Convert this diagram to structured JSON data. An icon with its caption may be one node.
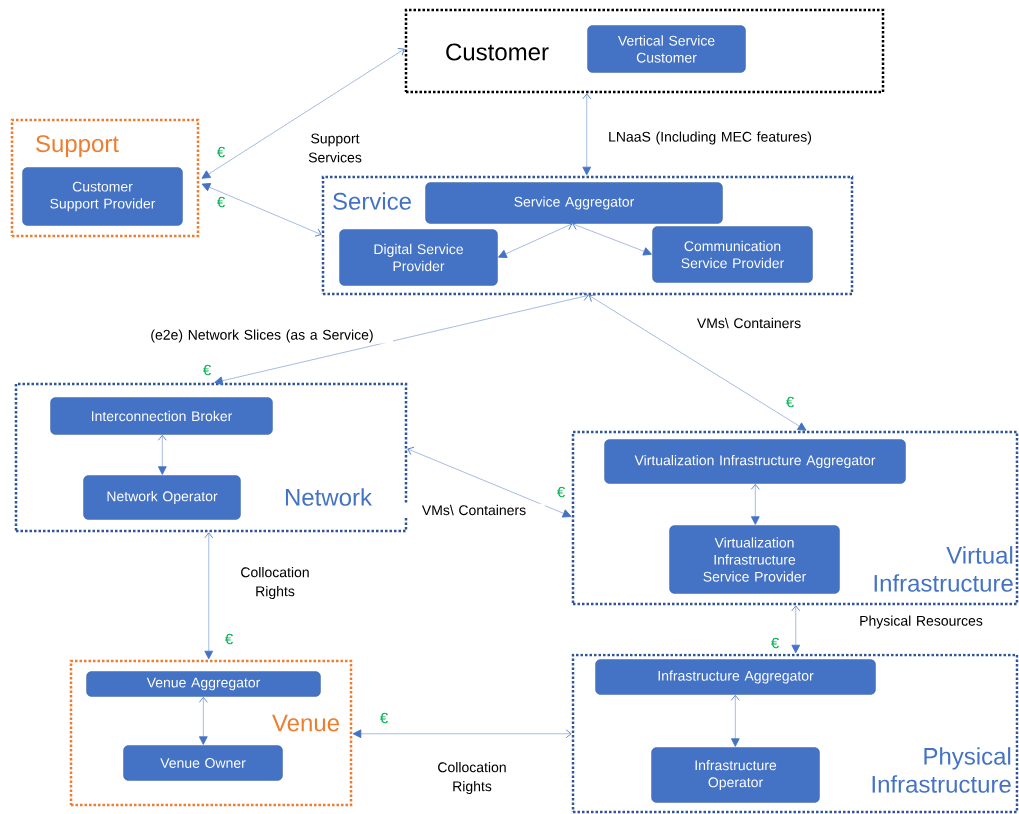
{
  "diagram": {
    "nodes": [
      {
        "text": [
          "Customer"
        ]
      },
      {
        "text": [
          "Vertical Service Customer"
        ],
        "in": 0
      },
      {
        "text": [
          "Support"
        ]
      },
      {
        "text": [
          "Customer Support Provider"
        ],
        "in": 2
      },
      {
        "text": [
          "Service"
        ]
      },
      {
        "text": [
          "Service Aggregator"
        ],
        "in": 4
      },
      {
        "text": [
          "Digital Service Provider"
        ],
        "in": 4
      },
      {
        "text": [
          "Communication Service Provider"
        ],
        "in": 4
      },
      {
        "text": [
          "Network"
        ]
      },
      {
        "text": [
          "Interconnection Broker"
        ],
        "in": 8
      },
      {
        "text": [
          "Network Operator"
        ],
        "in": 8
      },
      {
        "text": [
          "Virtual Infrastructure"
        ]
      },
      {
        "text": [
          "Virtualization Infrastructure Aggregator"
        ],
        "in": 11
      },
      {
        "text": [
          "Virtualization Infrastructure Service Provider"
        ],
        "in": 11
      },
      {
        "text": [
          "Venue"
        ]
      },
      {
        "text": [
          "Venue Aggregator"
        ],
        "in": 14
      },
      {
        "text": [
          "Venue Owner"
        ],
        "in": 14
      },
      {
        "text": [
          "Physical Infrastructure"
        ]
      },
      {
        "text": [
          "Infrastructure Aggregator"
        ],
        "in": 17
      },
      {
        "text": [
          "Infrastructure Operator"
        ],
        "in": 17
      }
    ],
    "edges": [
      {
        "from": 0,
        "to": 2,
        "arrow": "both",
        "label": "Support Services"
      },
      {
        "from": 4,
        "to": 2,
        "arrow": "both"
      },
      {
        "from": 0,
        "to": 4,
        "arrow": "both",
        "label": "LNaaS (Including MEC features)"
      },
      {
        "from": 5,
        "to": 6,
        "arrow": "both"
      },
      {
        "from": 5,
        "to": 7,
        "arrow": "both"
      },
      {
        "from": 4,
        "to": 8,
        "arrow": "both",
        "label": "(e2e) Network Slices (as a Service)"
      },
      {
        "from": 4,
        "to": 11,
        "arrow": "both",
        "label": "VMs\\ Containers"
      },
      {
        "from": 9,
        "to": 10,
        "arrow": "both"
      },
      {
        "from": 8,
        "to": 11,
        "arrow": "both",
        "label": "VMs\\ Containers"
      },
      {
        "from": 12,
        "to": 13,
        "arrow": "both"
      },
      {
        "from": 8,
        "to": 14,
        "arrow": "both",
        "label": "Collocation Rights"
      },
      {
        "from": 11,
        "to": 17,
        "arrow": "both",
        "label": "Physical Resources"
      },
      {
        "from": 15,
        "to": 16,
        "arrow": "both"
      },
      {
        "from": 17,
        "to": 14,
        "arrow": "both",
        "label": "Collocation Rights"
      },
      {
        "from": 18,
        "to": 19,
        "arrow": "both"
      }
    ],
    "labels": [
      "€",
      "€",
      "€",
      "€",
      "€",
      "€",
      "€",
      "€"
    ]
  }
}
